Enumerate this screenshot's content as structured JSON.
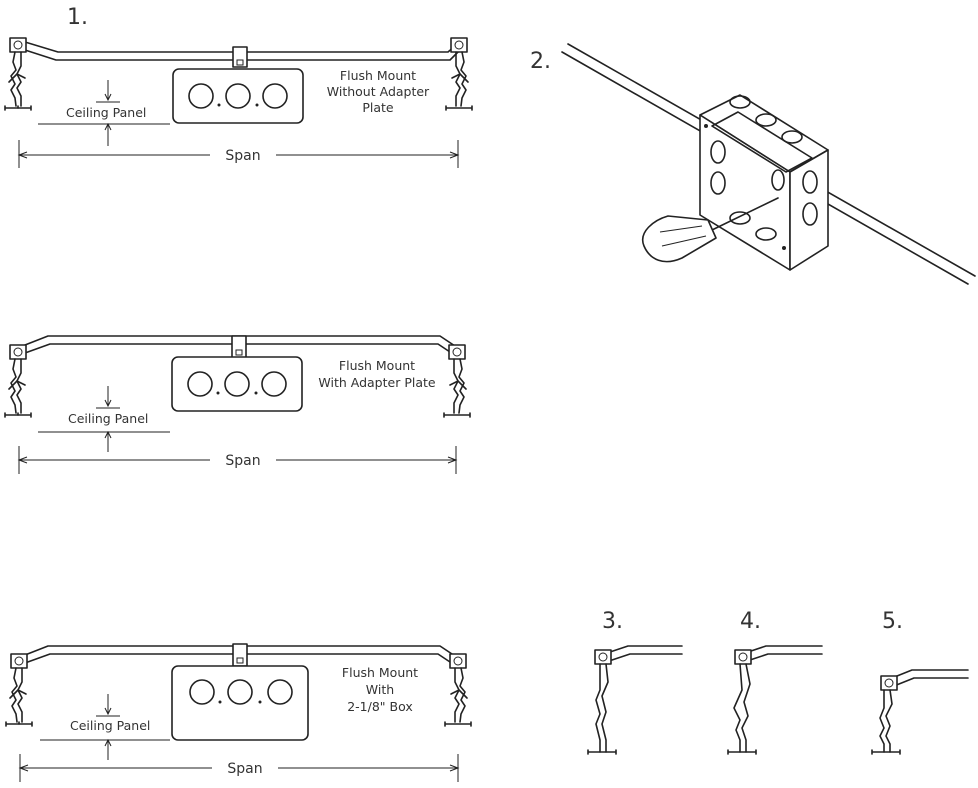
{
  "steps": {
    "s1": "1.",
    "s2": "2.",
    "s3": "3.",
    "s4": "4.",
    "s5": "5."
  },
  "panels": [
    {
      "note_lines": [
        "Flush Mount",
        "Without Adapter",
        "Plate"
      ],
      "ceiling_label": "Ceiling Panel",
      "span_label": "Span"
    },
    {
      "note_lines": [
        "Flush Mount",
        "With Adapter Plate"
      ],
      "ceiling_label": "Ceiling Panel",
      "span_label": "Span"
    },
    {
      "note_lines": [
        "Flush Mount",
        "With",
        "2-1/8\" Box"
      ],
      "ceiling_label": "Ceiling Panel",
      "span_label": "Span"
    }
  ]
}
